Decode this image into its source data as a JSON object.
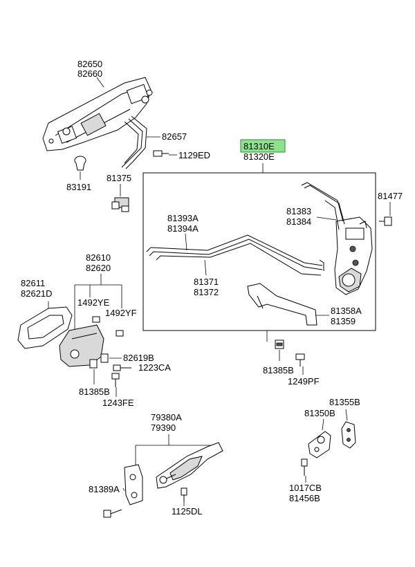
{
  "highlight_color": "#8de28d",
  "labels": {
    "l82650": "82650",
    "l82660": "82660",
    "l82657": "82657",
    "l1129ED": "1129ED",
    "l83191": "83191",
    "l81375": "81375",
    "l81310E": "81310E",
    "l81320E": "81320E",
    "l81477": "81477",
    "l81393A": "81393A",
    "l81394A": "81394A",
    "l81383": "81383",
    "l81384": "81384",
    "l81371": "81371",
    "l81372": "81372",
    "l81358A": "81358A",
    "l81359": "81359",
    "l81385B_a": "81385B",
    "l1249PF": "1249PF",
    "l82610": "82610",
    "l82620": "82620",
    "l82611": "82611",
    "l82621D": "82621D",
    "l1492YE": "1492YE",
    "l1492YF": "1492YF",
    "l82619B": "82619B",
    "l1223CA": "1223CA",
    "l81385B_b": "81385B",
    "l1243FE": "1243FE",
    "l81355B": "81355B",
    "l81350B": "81350B",
    "l1017CB": "1017CB",
    "l81456B": "81456B",
    "l79380A": "79380A",
    "l79390": "79390",
    "l81389A": "81389A",
    "l1125DL": "1125DL"
  }
}
